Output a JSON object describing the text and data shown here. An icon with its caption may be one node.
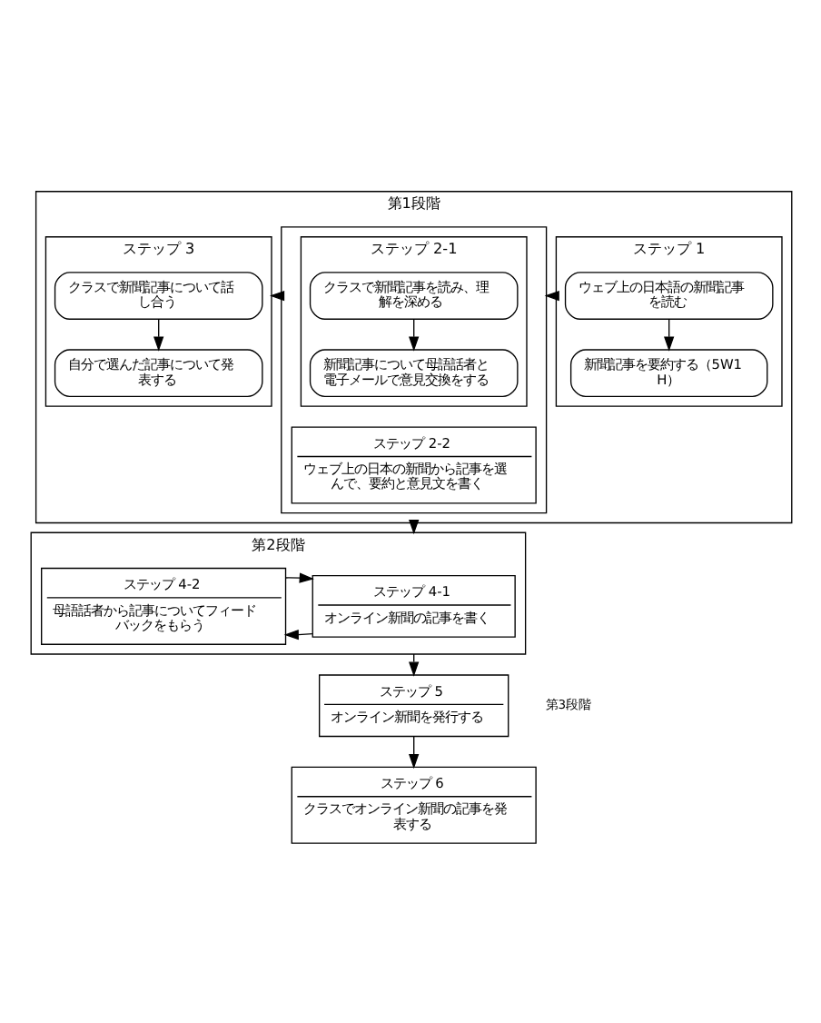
{
  "diagram": {
    "nodes": [
      {
        "text": [
          "第1段階"
        ]
      },
      {
        "text": [
          "ステップ 1"
        ],
        "in": 0
      },
      {
        "text": [
          "ウェブ上の日本語の新聞記事を読む"
        ],
        "in": 1
      },
      {
        "text": [
          "新聞記事を要約する（5W1H）"
        ],
        "in": 1
      },
      {
        "text": [],
        "shape": "box",
        "in": 0
      },
      {
        "text": [
          "ステップ 2-1"
        ],
        "in": 4
      },
      {
        "text": [
          "クラスで新聞記事を読み、理解を深める"
        ],
        "in": 5
      },
      {
        "text": [
          "新聞記事について母語話者と電子メールで意見交換をする"
        ],
        "in": 5
      },
      {
        "text": [
          "ステップ 2-2",
          "ウェブ上の日本の新聞から記事を選んで、要約と意見文を書く"
        ],
        "in": 4
      },
      {
        "text": [
          "ステップ 3"
        ],
        "in": 0
      },
      {
        "text": [
          "クラスで新聞記事について話し合う"
        ],
        "in": 9
      },
      {
        "text": [
          "自分で選んだ記事について発表する"
        ],
        "in": 9
      },
      {
        "text": [
          "第2段階"
        ]
      },
      {
        "text": [
          "ステップ 4-1",
          "オンライン新聞の記事を書く"
        ],
        "in": 12
      },
      {
        "text": [
          "ステップ 4-2",
          "母語話者から記事についてフィードバックをもらう"
        ],
        "in": 12
      },
      {
        "text": [
          "ステップ 5",
          "オンライン新聞を発行する"
        ]
      },
      {
        "text": [
          "ステップ 6",
          "クラスでオンライン新聞の記事を発表する"
        ]
      }
    ],
    "edges": [
      {
        "from": 2,
        "to": 3,
        "arrow": "to"
      },
      {
        "from": 1,
        "to": 4,
        "arrow": "to"
      },
      {
        "from": 6,
        "to": 7,
        "arrow": "to"
      },
      {
        "from": 4,
        "to": 9,
        "arrow": "to"
      },
      {
        "from": 10,
        "to": 11,
        "arrow": "to"
      },
      {
        "from": 0,
        "to": 12,
        "arrow": "to"
      },
      {
        "from": 13,
        "to": 14,
        "arrow": "to"
      },
      {
        "from": 14,
        "to": 13,
        "arrow": "to"
      },
      {
        "from": 12,
        "to": 15,
        "arrow": "to"
      },
      {
        "from": 15,
        "to": 16,
        "arrow": "to"
      }
    ],
    "labels": [
      "第3段階"
    ]
  }
}
